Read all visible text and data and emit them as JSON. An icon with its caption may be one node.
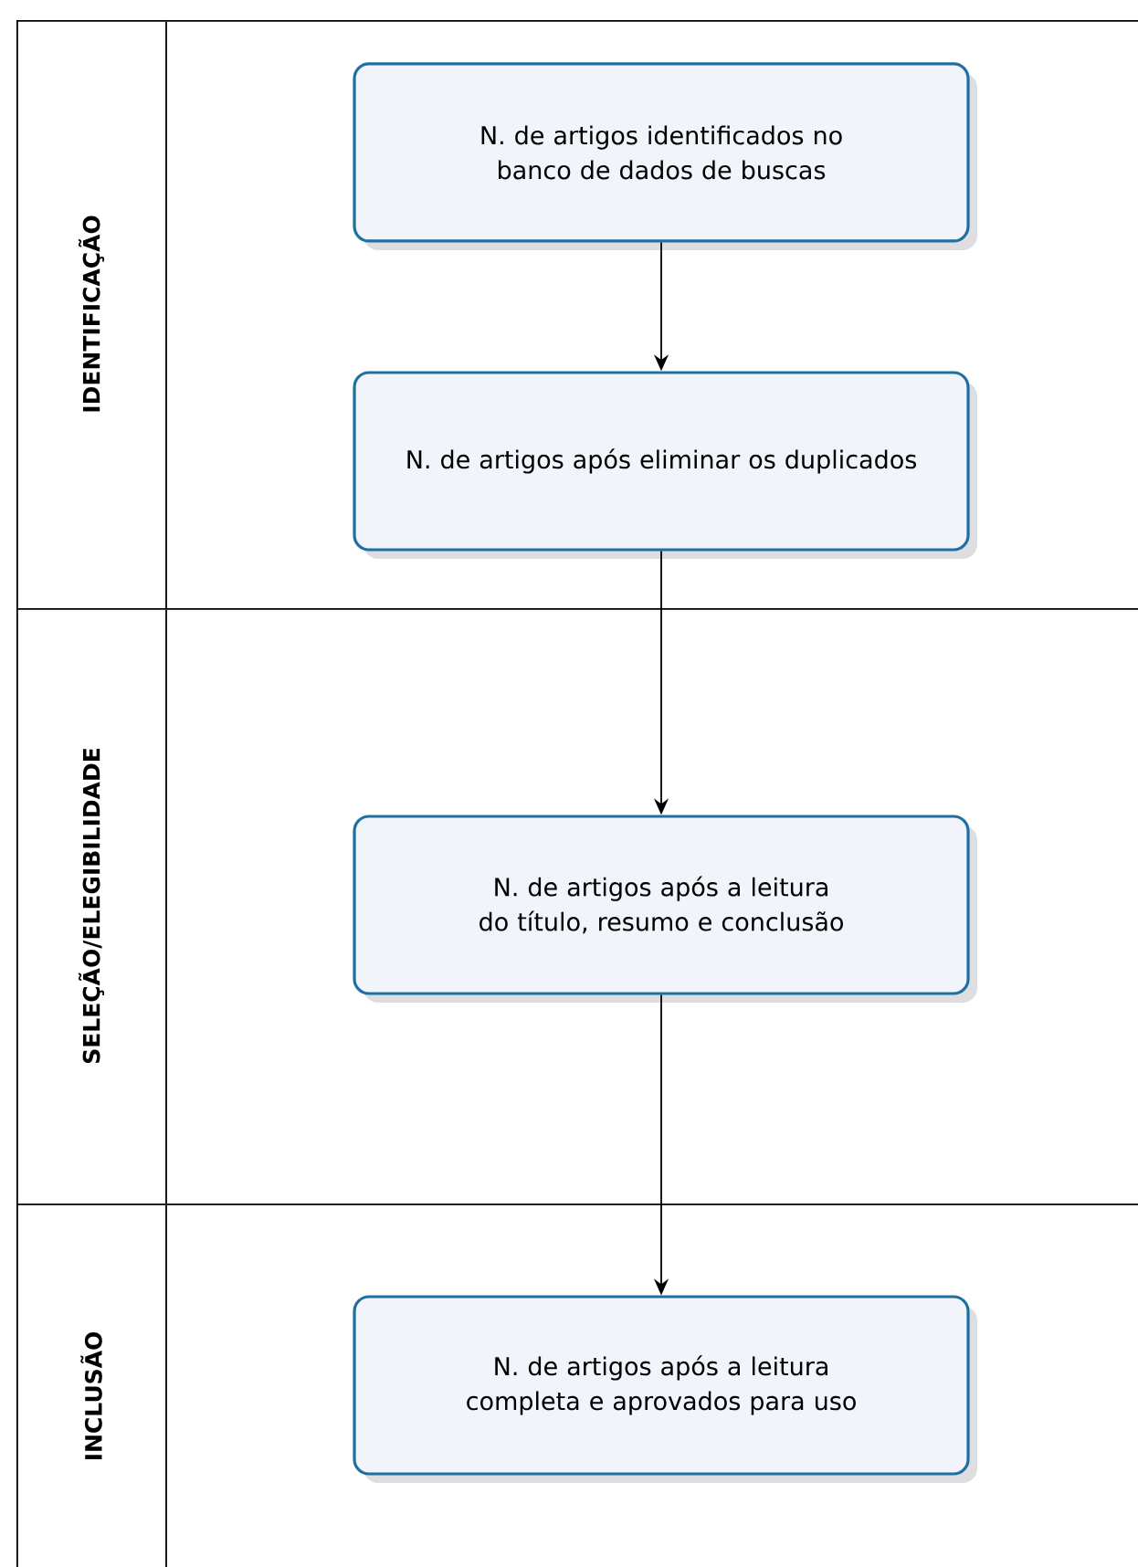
{
  "diagram": {
    "nodes": [
      {
        "text": [
          "IDENTIFICAÇÃO"
        ]
      },
      {
        "text": [
          "N. de artigos identificados no banco de dados de buscas"
        ],
        "in": 0
      },
      {
        "text": [
          "N. de artigos após eliminar os duplicados"
        ],
        "in": 0
      },
      {
        "text": [
          "SELEÇÃO/ELEGIBILIDADE"
        ]
      },
      {
        "text": [
          "N. de artigos após a leitura do título, resumo e conclusão"
        ],
        "in": 3
      },
      {
        "text": [
          "INCLUSÃO"
        ]
      },
      {
        "text": [
          "N. de artigos após a leitura completa e aprovados para uso"
        ],
        "in": 5
      }
    ],
    "edges": [
      {
        "from": 1,
        "to": 2,
        "arrow": "to"
      },
      {
        "from": 2,
        "to": 4,
        "arrow": "to"
      },
      {
        "from": 4,
        "to": 6,
        "arrow": "to"
      }
    ]
  }
}
